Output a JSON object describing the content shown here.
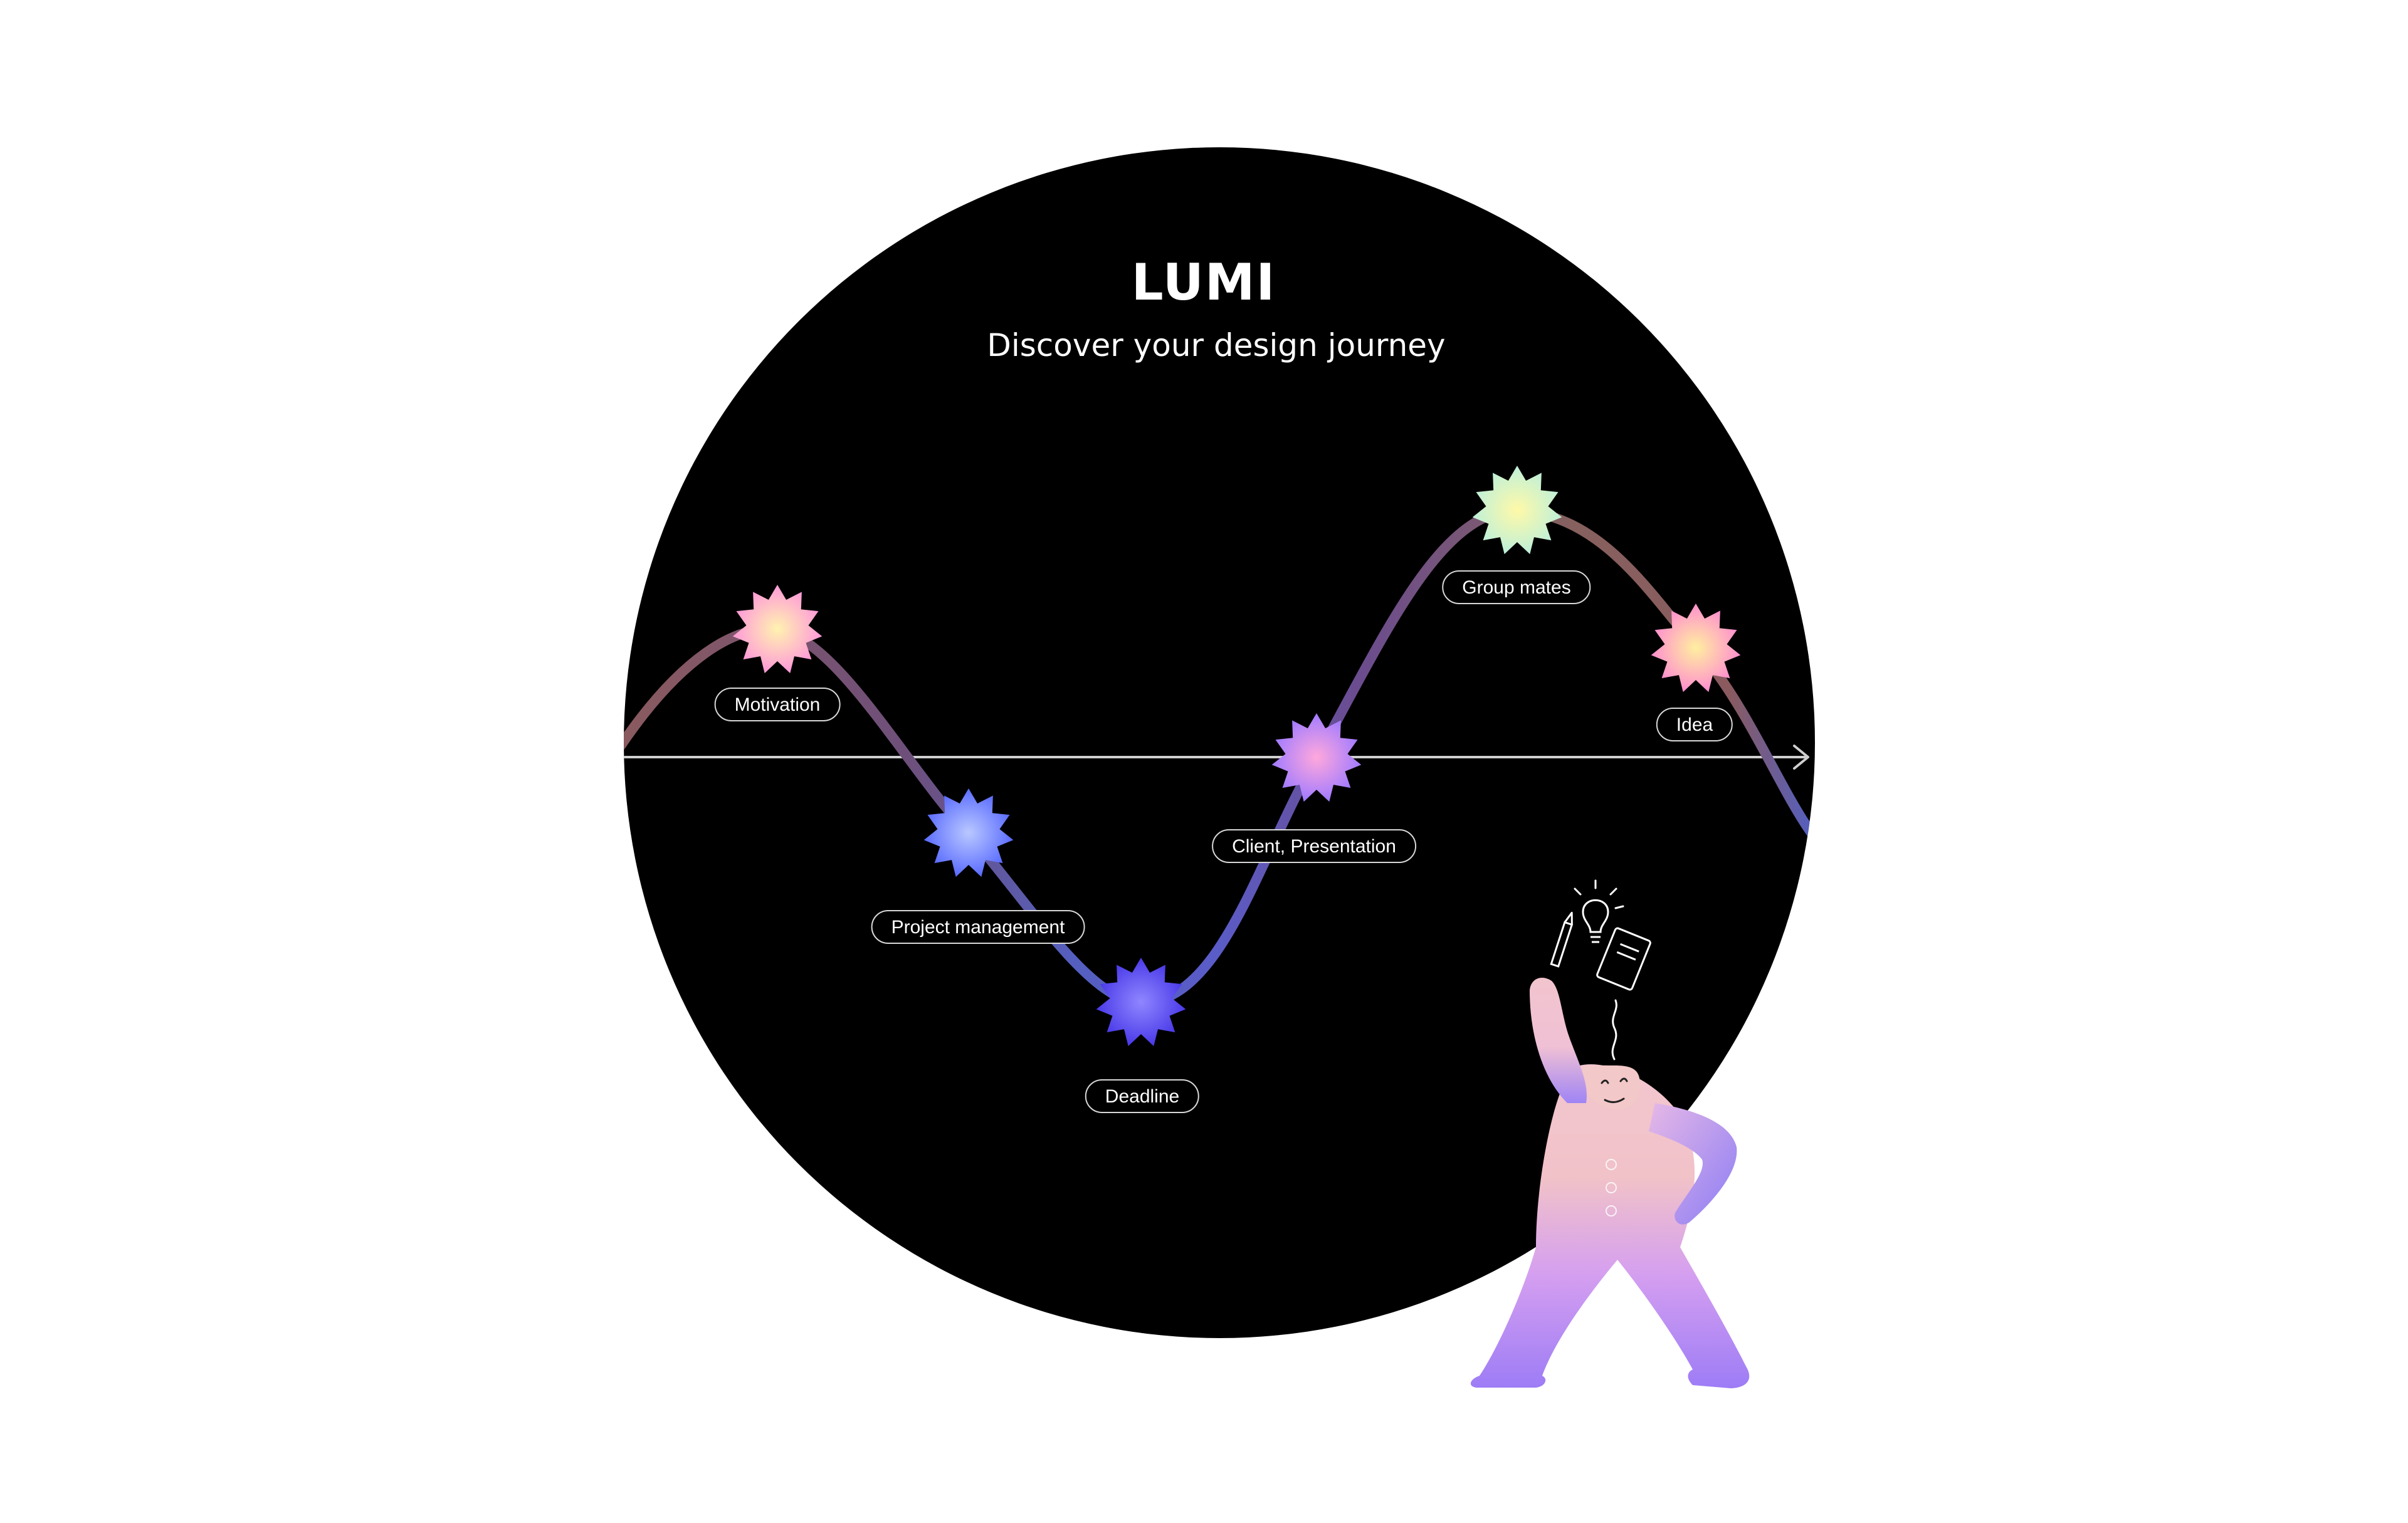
{
  "header": {
    "title": "LUMI",
    "subtitle": "Discover your design journey"
  },
  "milestones": [
    {
      "label": "Motivation",
      "colors": [
        "#fff2b0",
        "#ff9ad8"
      ]
    },
    {
      "label": "Project management",
      "colors": [
        "#b9c8ff",
        "#5b6cff"
      ]
    },
    {
      "label": "Deadline",
      "colors": [
        "#8f86ff",
        "#4a3ae8"
      ]
    },
    {
      "label": "Client, Presentation",
      "colors": [
        "#ffa8dc",
        "#a17bff"
      ]
    },
    {
      "label": "Group mates",
      "colors": [
        "#fff9a8",
        "#bff0d8"
      ]
    },
    {
      "label": "Idea",
      "colors": [
        "#ffef9f",
        "#ff8fce"
      ]
    }
  ],
  "theme": {
    "circle": "#000000",
    "axis": "#cfcfcf",
    "curve_warm": "#8a5a5e",
    "curve_cool": "#545fbf"
  },
  "illustration": {
    "figure": "person-cheering-icon",
    "props": [
      "pencil-icon",
      "lightbulb-icon",
      "notebook-icon"
    ]
  }
}
